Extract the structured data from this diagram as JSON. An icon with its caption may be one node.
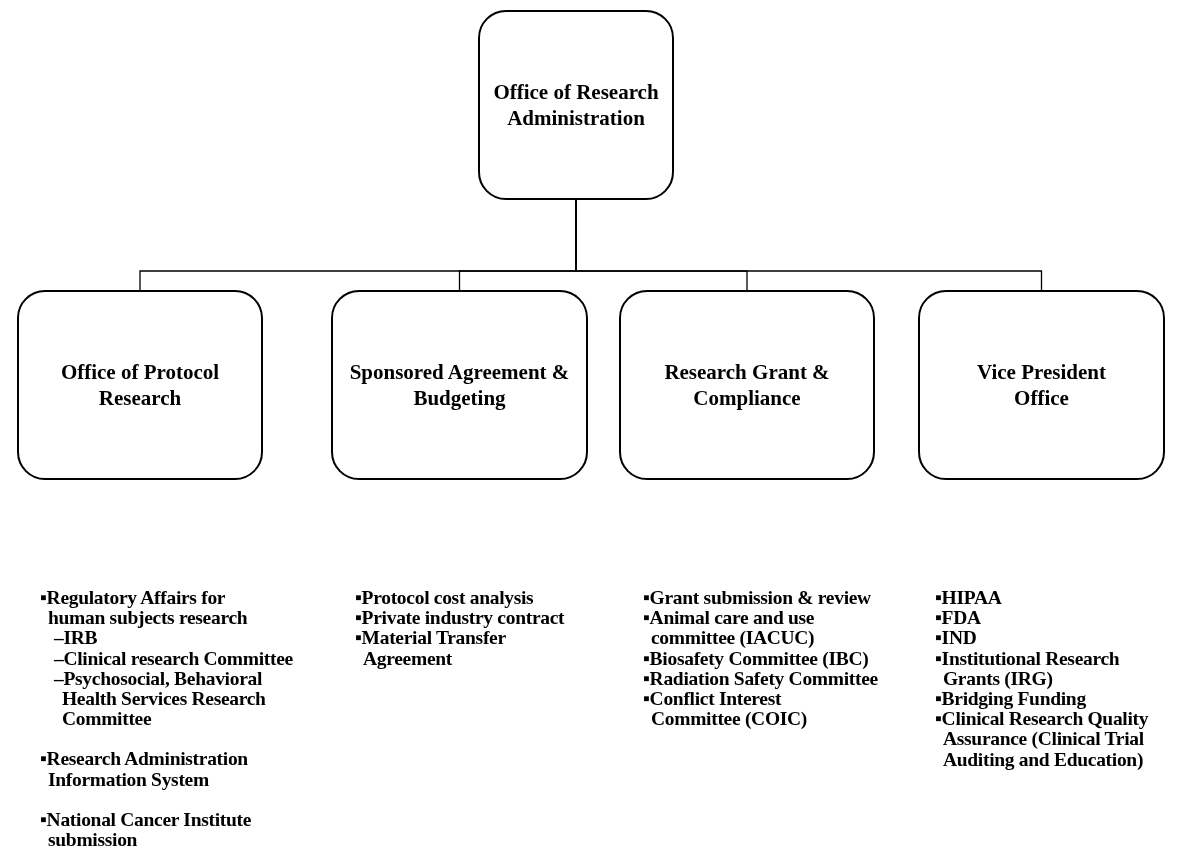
{
  "diagram": {
    "nodes": [
      {
        "text": [
          "Office of Research Administration"
        ]
      },
      {
        "text": [
          "Office of Protocol Research"
        ],
        "beside": [
          "▪Regulatory Affairs for human subjects research",
          "–IRB",
          "–Clinical research Committee",
          "–Psychosocial, Behavioral Health Services Research Committee",
          "▪Research Administration Information System",
          "▪National Cancer Institute submission"
        ]
      },
      {
        "text": [
          "Sponsored Agreement & Budgeting"
        ],
        "beside": [
          "▪Protocol cost analysis",
          "▪Private industry contract",
          "▪Material Transfer Agreement"
        ]
      },
      {
        "text": [
          "Research Grant & Compliance"
        ],
        "beside": [
          "▪Grant submission & review",
          "▪Animal care and use committee (IACUC)",
          "▪Biosafety Committee (IBC)",
          "▪Radiation Safety Committee",
          "▪Conflict Interest Committee (COIC)"
        ]
      },
      {
        "text": [
          "Vice President Office"
        ],
        "beside": [
          "▪HIPAA",
          "▪FDA",
          "▪IND",
          "▪Institutional Research Grants (IRG)",
          "▪Bridging Funding",
          "▪Clinical Research Quality Assurance (Clinical Trial Auditing and Education)"
        ]
      }
    ],
    "edges": [
      {
        "from": 0,
        "to": 1,
        "arrow": "none"
      },
      {
        "from": 0,
        "to": 2,
        "arrow": "none"
      },
      {
        "from": 0,
        "to": 3,
        "arrow": "none"
      },
      {
        "from": 0,
        "to": 4,
        "arrow": "none"
      }
    ]
  }
}
